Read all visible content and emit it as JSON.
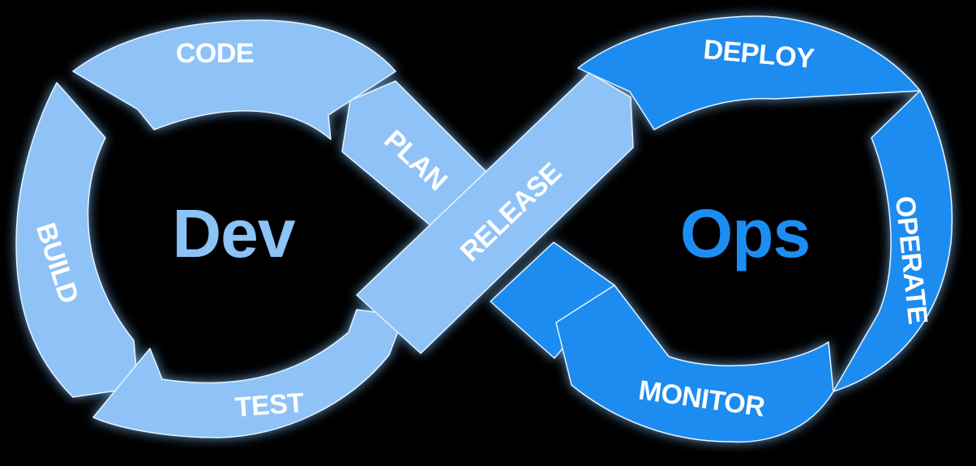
{
  "colors": {
    "background": "#000000",
    "dev_segment": "#8fc3f7",
    "ops_segment": "#1f8cf0",
    "segment_text": "#ffffff",
    "segment_outline": "#e6f3ff",
    "glow": "#7fc4ff",
    "dev_title": "#8cc3f6",
    "ops_title": "#1c8ef3"
  },
  "dev": {
    "title": "Dev",
    "stages": {
      "code": "CODE",
      "build": "BUILD",
      "test": "TEST",
      "plan": "PLAN"
    }
  },
  "ops": {
    "title": "Ops",
    "stages": {
      "release": "RELEASE",
      "deploy": "DEPLOY",
      "operate": "OPERATE",
      "monitor": "MONITOR"
    }
  },
  "icons": {
    "loop": "infinity-loop-icon"
  }
}
